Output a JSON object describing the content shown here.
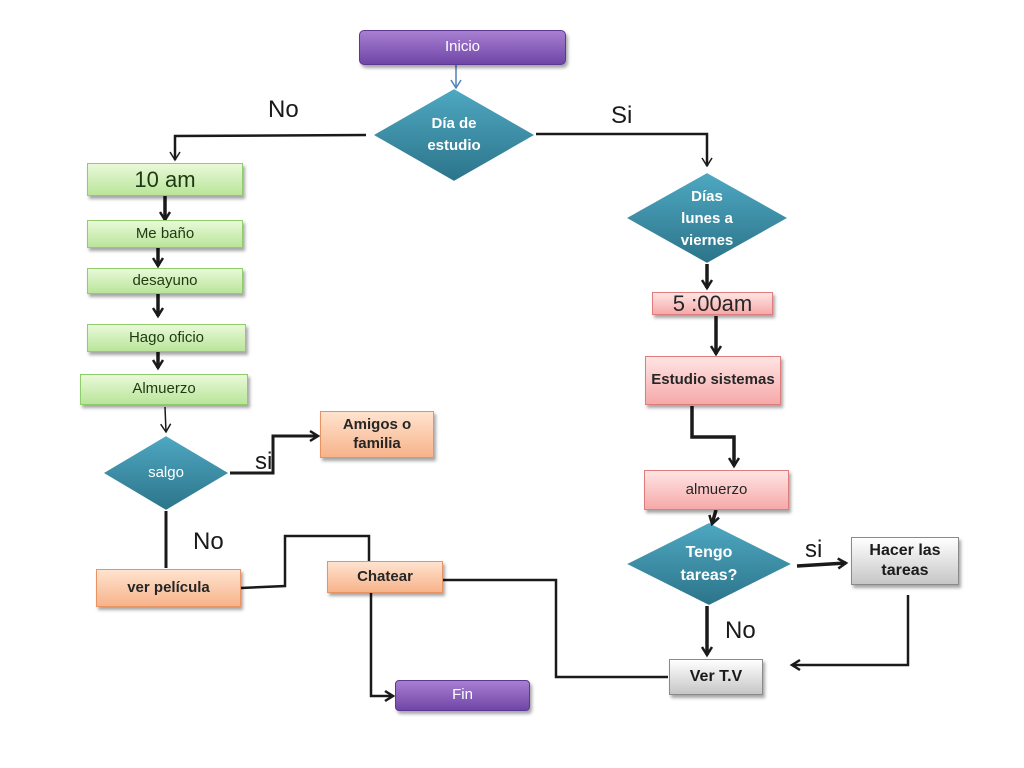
{
  "colors": {
    "start_end": "#7b4fb3",
    "morning_steps": "#c8eeaa",
    "study_steps": "#f8b9b9",
    "social_steps": "#f9c6a4",
    "tv_steps": "#d9d9d9",
    "decision": "#31859c",
    "line": "#1a1a1a",
    "start_arrow": "#4f81bd"
  },
  "nodes": {
    "inicio": "Inicio",
    "dia_estudio": "Día de estudio",
    "diez_am": "10 am",
    "me_bano": "Me baño",
    "desayuno": "desayuno",
    "hago_oficio": "Hago oficio",
    "almuerzo_izq": "Almuerzo",
    "salgo": "salgo",
    "amigos": "Amigos o familia",
    "ver_pelicula": "ver película",
    "chatear": "Chatear",
    "fin": "Fin",
    "dias_lunes": "Días lunes a viernes",
    "cinco_am": "5 :00am",
    "estudio_sistemas": "Estudio sistemas",
    "almuerzo_der": "almuerzo",
    "tengo_tareas": "Tengo tareas?",
    "hacer_tareas": "Hacer las tareas",
    "ver_tv": "Ver T.V"
  },
  "edge_labels": {
    "no_estudio": "No",
    "si_estudio": "Si",
    "si_salgo": "si",
    "no_salgo": "No",
    "si_tareas": "si",
    "no_tareas": "No"
  }
}
